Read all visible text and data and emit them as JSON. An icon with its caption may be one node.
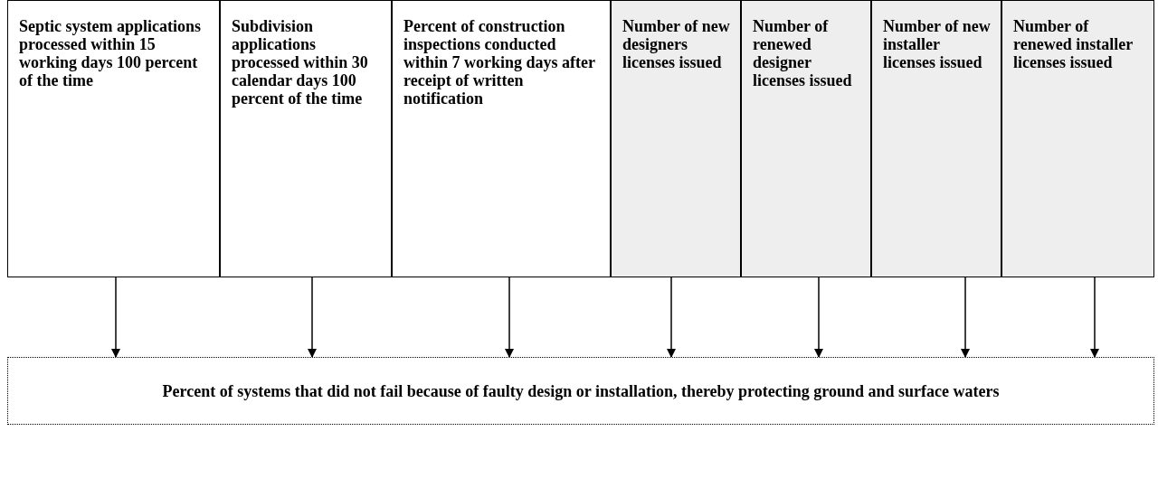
{
  "diagram": {
    "nodes": [
      {
        "text": [
          "Septic system applications processed within 15 working days 100 percent of the time"
        ]
      },
      {
        "text": [
          "Subdivision applications processed within 30 calendar days 100 percent of the time"
        ]
      },
      {
        "text": [
          "Percent of construction inspections conducted within 7 working days after receipt of written notification"
        ]
      },
      {
        "text": [
          "Number of new designers licenses issued"
        ]
      },
      {
        "text": [
          "Number of renewed designer licenses issued"
        ]
      },
      {
        "text": [
          "Number of new installer licenses issued"
        ]
      },
      {
        "text": [
          "Number of renewed installer licenses issued"
        ]
      },
      {
        "text": [
          "Percent of systems that did not fail because of faulty design or installation, thereby protecting ground and surface waters"
        ]
      }
    ],
    "edges": [
      {
        "from": 0,
        "to": 7,
        "arrow": "to"
      },
      {
        "from": 1,
        "to": 7,
        "arrow": "to"
      },
      {
        "from": 2,
        "to": 7,
        "arrow": "to"
      },
      {
        "from": 3,
        "to": 7,
        "arrow": "to"
      },
      {
        "from": 4,
        "to": 7,
        "arrow": "to"
      },
      {
        "from": 5,
        "to": 7,
        "arrow": "to"
      },
      {
        "from": 6,
        "to": 7,
        "arrow": "to"
      }
    ]
  }
}
